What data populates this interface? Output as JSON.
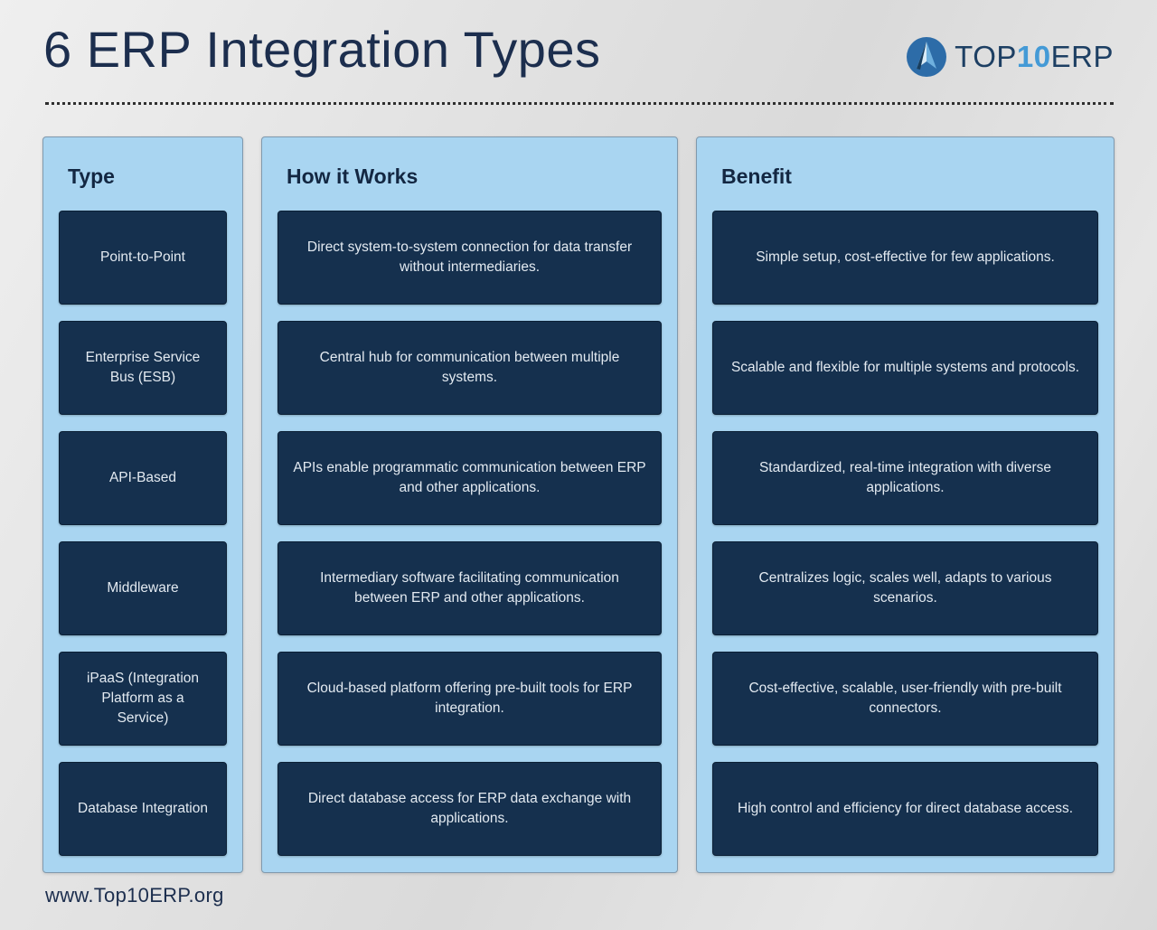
{
  "header": {
    "title": "6 ERP Integration Types",
    "logo": {
      "top": "TOP",
      "ten": "10",
      "erp": "ERP"
    }
  },
  "columns": [
    {
      "header": "Type",
      "cards": [
        "Point-to-Point",
        "Enterprise Service Bus (ESB)",
        "API-Based",
        "Middleware",
        "iPaaS (Integration Platform as a Service)",
        "Database Integration"
      ]
    },
    {
      "header": "How it Works",
      "cards": [
        "Direct system-to-system connection for data transfer without intermediaries.",
        "Central hub for communication between multiple systems.",
        "APIs enable programmatic communication between ERP and other applications.",
        "Intermediary software facilitating communication between ERP and other applications.",
        "Cloud-based platform offering pre-built tools for ERP integration.",
        "Direct database access for ERP data exchange with applications."
      ]
    },
    {
      "header": "Benefit",
      "cards": [
        "Simple setup, cost-effective for few applications.",
        "Scalable and flexible for multiple systems and protocols.",
        "Standardized, real-time integration with diverse applications.",
        "Centralizes logic, scales well, adapts to various scenarios.",
        "Cost-effective, scalable, user-friendly with pre-built connectors.",
        "High control and efficiency for direct database access."
      ]
    }
  ],
  "footer": {
    "url": "www.Top10ERP.org"
  },
  "colors": {
    "card_bg": "#15304e",
    "column_bg": "#a9d5f1",
    "title_text": "#1c2e4e",
    "card_text": "#e3eaf1",
    "logo_accent": "#449ad6"
  }
}
